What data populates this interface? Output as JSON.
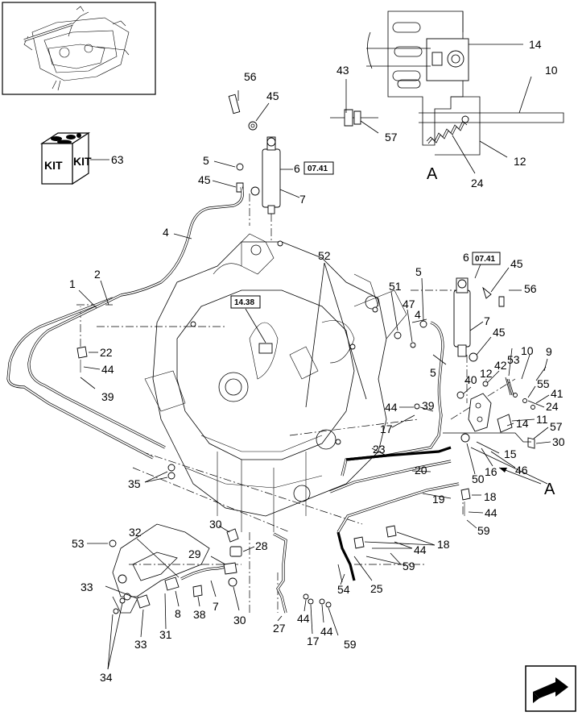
{
  "callouts": {
    "c1": "1",
    "c2": "2",
    "c4a": "4",
    "c4b": "4",
    "c5a": "5",
    "c5b": "5",
    "c5c": "5",
    "c6a": "6",
    "c6b": "6",
    "c7a": "7",
    "c7b": "7",
    "c7c": "7",
    "c8": "8",
    "c9": "9",
    "c10a": "10",
    "c10b": "10",
    "c11": "11",
    "c12a": "12",
    "c12b": "12",
    "c14a": "14",
    "c14b": "14",
    "c15": "15",
    "c16": "16",
    "c17a": "17",
    "c17b": "17",
    "c18a": "18",
    "c18b": "18",
    "c19": "19",
    "c20": "20",
    "c22": "22",
    "c23": "23",
    "c24a": "24",
    "c24b": "24",
    "c25": "25",
    "c27": "27",
    "c28": "28",
    "c29": "29",
    "c30a": "30",
    "c30b": "30",
    "c30c": "30",
    "c31": "31",
    "c32": "32",
    "c33a": "33",
    "c33b": "33",
    "c34": "34",
    "c35": "35",
    "c38": "38",
    "c39a": "39",
    "c39b": "39",
    "c40": "40",
    "c41": "41",
    "c42": "42",
    "c43": "43",
    "c44a": "44",
    "c44b": "44",
    "c44c": "44",
    "c44d": "44",
    "c44e": "44",
    "c44f": "44",
    "c45a": "45",
    "c45b": "45",
    "c45c": "45",
    "c45d": "45",
    "c46": "46",
    "c47": "47",
    "c50": "50",
    "c51": "51",
    "c52": "52",
    "c53a": "53",
    "c53b": "53",
    "c54": "54",
    "c55": "55",
    "c56a": "56",
    "c56b": "56",
    "c57a": "57",
    "c57b": "57",
    "c59a": "59",
    "c59b": "59",
    "c59c": "59",
    "c63": "63"
  },
  "refs": {
    "r1": "07.41",
    "r2": "07.41",
    "r3": "14.38"
  },
  "detail": {
    "letter_main": "A",
    "letter_inset": "A"
  },
  "kit": {
    "word1": "KIT",
    "word2": "KIT"
  },
  "icons": {
    "nav": "next-page-arrow-icon",
    "kit": "kit-box-icon",
    "overview": "machine-overview-thumbnail"
  }
}
